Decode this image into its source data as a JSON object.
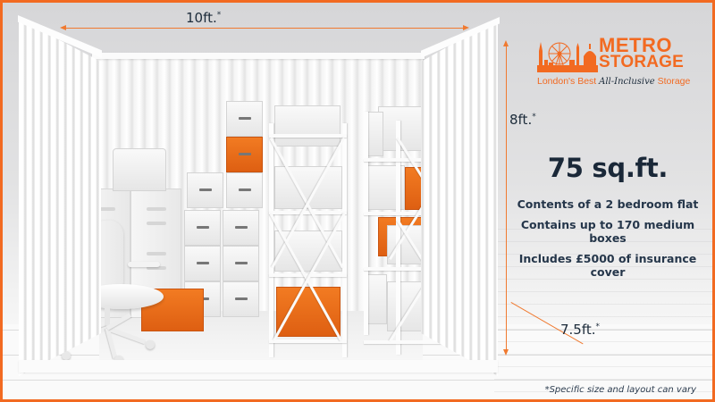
{
  "brand": {
    "name_line1": "METRO",
    "name_line2": "STORAGE",
    "tagline_prefix": "London's Best ",
    "tagline_emphasis": "All-Inclusive",
    "tagline_suffix": " Storage",
    "logo_icon": "london-skyline-icon",
    "colors": {
      "primary": "#f26a21",
      "text": "#1c2b3a",
      "frame": "#f26a21"
    }
  },
  "dimensions": {
    "width_label": "10ft.",
    "height_label": "8ft.",
    "depth_label": "7.5ft.",
    "asterisk": "*"
  },
  "unit": {
    "size": "75 sq.ft.",
    "features": [
      "Contents of a 2 bedroom flat",
      "Contains up to 170 medium boxes",
      "Includes £5000 of insurance cover"
    ]
  },
  "footer": {
    "disclaimer": "*Specific size and layout can vary"
  },
  "illustration": {
    "description": "Storage unit interior with boxes, filing cabinets, office chair and two shelving units",
    "accent_box_color": "#e8671a"
  }
}
